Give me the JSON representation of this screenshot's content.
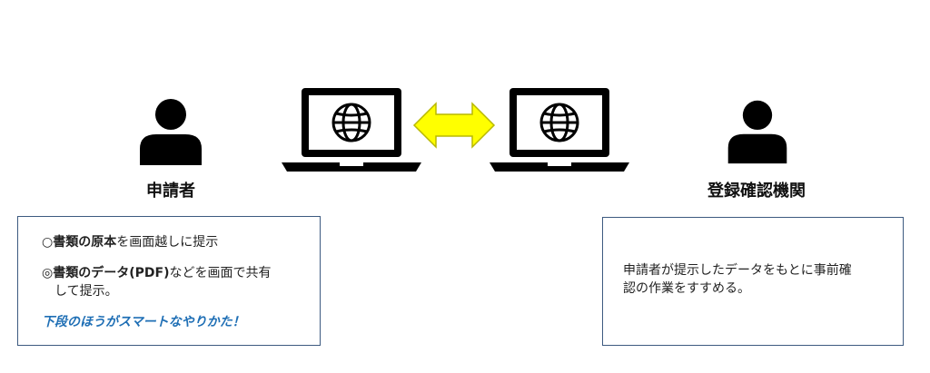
{
  "left_actor": {
    "label": "申請者",
    "icon": "person-icon"
  },
  "right_actor": {
    "label": "登録確認機関",
    "icon": "person-icon"
  },
  "devices": {
    "icon": "laptop-globe-icon",
    "arrow_icon": "double-arrow-icon",
    "arrow_color": "#ffff00"
  },
  "left_box": {
    "line1_prefix": "○",
    "line1_bold": "書類の原本",
    "line1_rest": "を画面越しに提示",
    "line2_prefix": "◎",
    "line2_bold": "書類のデータ",
    "line2_paren": "(PDF)",
    "line2_rest": "などを画面で共有",
    "line2_cont": "して提示。",
    "line3": "下段のほうがスマートなやりかた！",
    "emphasis_color": "#1f6fb5"
  },
  "right_box": {
    "line1": "申請者が提示したデータをもとに事前確",
    "line2": "認の作業をすすめる。"
  }
}
